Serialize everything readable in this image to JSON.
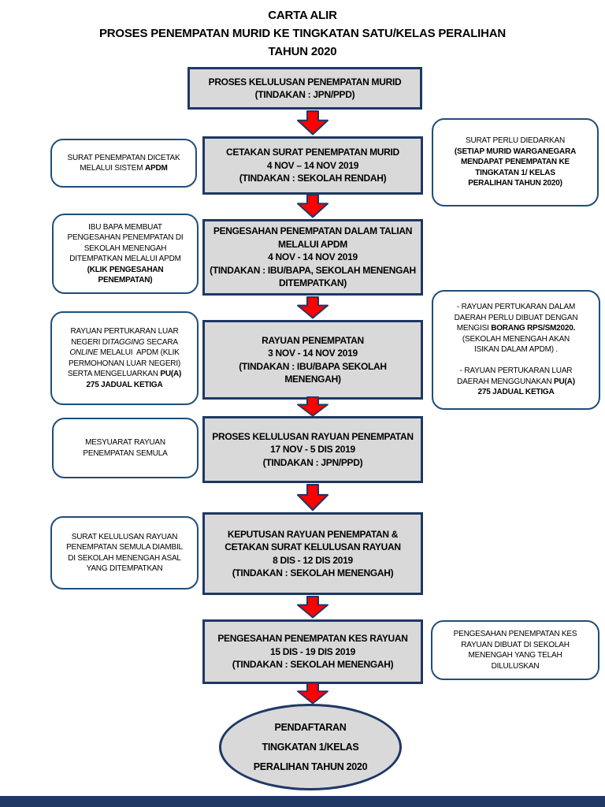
{
  "page": {
    "title_lines": [
      "CARTA ALIR",
      "PROSES PENEMPATAN MURID KE TINGKATAN SATU/KELAS PERALIHAN",
      "TAHUN 2020"
    ]
  },
  "colors": {
    "box_fill": "#D9D9D9",
    "box_border": "#1F3864",
    "note_border": "#1F4E79",
    "arrow_fill": "#FF0000",
    "arrow_outline": "#1F3864",
    "text": "#000000"
  },
  "flow": {
    "steps": [
      {
        "id": "proses-kelulusan-penempatan-murid",
        "lines": [
          [
            [
              "PROSES KELULUSAN PENEMPATAN MURID",
              ""
            ]
          ],
          [
            [
              "(TINDAKAN : JPN/PPD)",
              ""
            ]
          ]
        ]
      },
      {
        "id": "cetakan-surat-penempatan-murid",
        "lines": [
          [
            [
              "CETAKAN SURAT PENEMPATAN MURID",
              ""
            ]
          ],
          [
            [
              "4 NOV – 14 NOV 2019",
              ""
            ]
          ],
          [
            [
              "(TINDAKAN : SEKOLAH RENDAH)",
              ""
            ]
          ]
        ]
      },
      {
        "id": "pengesahan-penempatan-dalam-talian",
        "lines": [
          [
            [
              "PENGESAHAN PENEMPATAN DALAM TALIAN",
              ""
            ]
          ],
          [
            [
              "MELALUI APDM",
              ""
            ]
          ],
          [
            [
              "4 NOV - 14 NOV 2019",
              ""
            ]
          ],
          [
            [
              "(TINDAKAN : IBU/BAPA, SEKOLAH MENENGAH",
              ""
            ]
          ],
          [
            [
              "DITEMPATKAN)",
              ""
            ]
          ]
        ]
      },
      {
        "id": "rayuan-penempatan",
        "lines": [
          [
            [
              "RAYUAN PENEMPATAN",
              ""
            ]
          ],
          [
            [
              "3 NOV - 14 NOV 2019",
              ""
            ]
          ],
          [
            [
              "(TINDAKAN : IBU/BAPA SEKOLAH",
              ""
            ]
          ],
          [
            [
              "MENENGAH)",
              ""
            ]
          ]
        ]
      },
      {
        "id": "proses-kelulusan-rayuan-penempatan",
        "lines": [
          [
            [
              "PROSES KELULUSAN RAYUAN PENEMPATAN",
              ""
            ]
          ],
          [
            [
              "17 NOV - 5 DIS 2019",
              ""
            ]
          ],
          [
            [
              "(TINDAKAN : JPN/PPD)",
              ""
            ]
          ]
        ]
      },
      {
        "id": "keputusan-rayuan-penempatan",
        "lines": [
          [
            [
              "KEPUTUSAN RAYUAN PENEMPATAN &",
              ""
            ]
          ],
          [
            [
              "CETAKAN SURAT KELULUSAN RAYUAN",
              ""
            ]
          ],
          [
            [
              "8 DIS - 12 DIS 2019",
              ""
            ]
          ],
          [
            [
              "(TINDAKAN : SEKOLAH MENENGAH)",
              ""
            ]
          ]
        ]
      },
      {
        "id": "pengesahan-penempatan-kes-rayuan",
        "lines": [
          [
            [
              "PENGESAHAN PENEMPATAN KES RAYUAN",
              ""
            ]
          ],
          [
            [
              "15 DIS - 19 DIS 2019",
              ""
            ]
          ],
          [
            [
              "(TINDAKAN : SEKOLAH MENENGAH)",
              ""
            ]
          ]
        ]
      }
    ],
    "terminal": {
      "lines": [
        [
          [
            "PENDAFTARAN",
            ""
          ]
        ],
        [
          [
            "TINGKATAN 1/KELAS",
            ""
          ]
        ],
        [
          [
            "PERALIHAN TAHUN 2020",
            ""
          ]
        ]
      ]
    }
  },
  "notes": [
    {
      "id": "surat-penempatan-dicetak",
      "lines": [
        [
          [
            "SURAT PENEMPATAN DICETAK",
            ""
          ]
        ],
        [
          [
            "MELALUI SISTEM ",
            ""
          ],
          [
            "APDM",
            "b"
          ]
        ]
      ]
    },
    {
      "id": "surat-perlu-diedarkan",
      "lines": [
        [
          [
            "SURAT PERLU DIEDARKAN",
            ""
          ]
        ],
        [
          [
            "(SETIAP MURID WARGANEGARA",
            "b"
          ]
        ],
        [
          [
            "MENDAPAT PENEMPATAN KE",
            "b"
          ]
        ],
        [
          [
            "TINGKATAN 1/ KELAS",
            "b"
          ]
        ],
        [
          [
            "PERALIHAN TAHUN 2020)",
            "b"
          ]
        ]
      ]
    },
    {
      "id": "ibu-bapa-membuat-pengesahan",
      "lines": [
        [
          [
            "IBU BAPA MEMBUAT",
            ""
          ]
        ],
        [
          [
            "PENGESAHAN PENEMPATAN DI",
            ""
          ]
        ],
        [
          [
            "SEKOLAH MENENGAH",
            ""
          ]
        ],
        [
          [
            "DITEMPATKAN MELALUI APDM",
            ""
          ]
        ],
        [
          [
            "(KLIK PENGESAHAN",
            "b"
          ]
        ],
        [
          [
            "PENEMPATAN)",
            "b"
          ]
        ]
      ]
    },
    {
      "id": "rayuan-pertukaran-luar-negeri",
      "lines": [
        [
          [
            "RAYUAN PERTUKARAN LUAR",
            ""
          ]
        ],
        [
          [
            "NEGERI DI",
            ""
          ],
          [
            "TAGGING",
            "i"
          ],
          [
            " SECARA",
            ""
          ]
        ],
        [
          [
            "ONLINE",
            "i"
          ],
          [
            " MELALUI  APDM (KLIK",
            ""
          ]
        ],
        [
          [
            "PERMOHONAN LUAR NEGERI)",
            ""
          ]
        ],
        [
          [
            "SERTA MENGELUARKAN ",
            ""
          ],
          [
            "PU(A)",
            "b"
          ]
        ],
        [
          [
            "275 JADUAL KETIGA",
            "b"
          ]
        ]
      ]
    },
    {
      "id": "rayuan-pertukaran-dalam-daerah",
      "lines": [
        [
          [
            "- RAYUAN PERTUKARAN DALAM",
            ""
          ]
        ],
        [
          [
            "DAERAH PERLU DIBUAT DENGAN",
            ""
          ]
        ],
        [
          [
            "MENGISI ",
            ""
          ],
          [
            "BORANG RPS/SM2020.",
            "b"
          ]
        ],
        [
          [
            "(SEKOLAH MENENGAH AKAN",
            ""
          ]
        ],
        [
          [
            "ISIKAN DALAM APDM) .",
            ""
          ]
        ],
        [],
        [
          [
            "- RAYUAN PERTUKARAN LUAR",
            ""
          ]
        ],
        [
          [
            "DAERAH MENGGUNAKAN ",
            ""
          ],
          [
            "PU(A)",
            "b"
          ]
        ],
        [
          [
            "275 JADUAL KETIGA",
            "b"
          ]
        ]
      ]
    },
    {
      "id": "mesyuarat-rayuan-penempatan-semula",
      "lines": [
        [
          [
            "MESYUARAT RAYUAN",
            ""
          ]
        ],
        [
          [
            "PENEMPATAN SEMULA",
            ""
          ]
        ]
      ]
    },
    {
      "id": "surat-kelulusan-rayuan-diambil",
      "lines": [
        [
          [
            "SURAT KELULUSAN RAYUAN",
            ""
          ]
        ],
        [
          [
            "PENEMPATAN SEMULA DIAMBIL",
            ""
          ]
        ],
        [
          [
            "DI SEKOLAH MENENGAH ASAL",
            ""
          ]
        ],
        [
          [
            "YANG DITEMPATKAN",
            ""
          ]
        ]
      ]
    },
    {
      "id": "pengesahan-kes-rayuan-dibuat",
      "lines": [
        [
          [
            "PENGESAHAN PENEMPATAN KES",
            ""
          ]
        ],
        [
          [
            "RAYUAN DIBUAT DI SEKOLAH",
            ""
          ]
        ],
        [
          [
            "MENENGAH YANG TELAH",
            ""
          ]
        ],
        [
          [
            "DILULUSKAN",
            ""
          ]
        ]
      ]
    }
  ]
}
